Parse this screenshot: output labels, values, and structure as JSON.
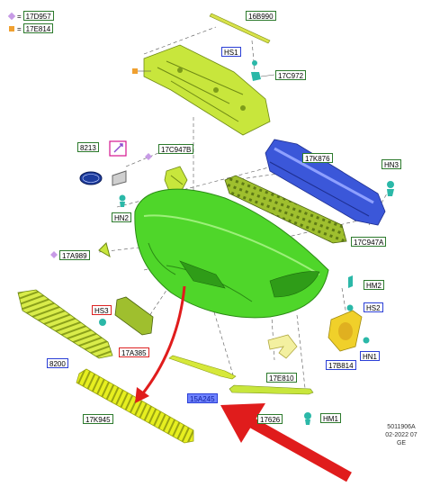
{
  "legend": [
    {
      "symbol": "diamond",
      "color": "#c79be6",
      "text": "17D957"
    },
    {
      "symbol": "square",
      "color": "#f0a030",
      "text": "17E814"
    }
  ],
  "part_labels": {
    "p16B990": "16B990",
    "hs1": "HS1",
    "p17C972": "17C972",
    "p8213": "8213",
    "p17C947B": "17C947B",
    "p17K876": "17K876",
    "hn3": "HN3",
    "hn2": "HN2",
    "p17C947A": "17C947A",
    "p17A989": "17A989",
    "hm2": "HM2",
    "hs3": "HS3",
    "hs2": "HS2",
    "p17A385": "17A385",
    "hn1": "HN1",
    "p8200": "8200",
    "p17B814": "17B814",
    "p17E810": "17E810",
    "p15A245": "15A245",
    "p17K945": "17K945",
    "p17626": "17626",
    "hm1": "HM1"
  },
  "footer": {
    "code": "5011906A",
    "date": "02-2022 07",
    "region": "GE"
  },
  "colors": {
    "bumper": "#4fd62a",
    "parts_yellow_green": "#c8e63c",
    "beam": "#3b57d9",
    "clip": "#2bb8a8",
    "arrow": "#e01c1c"
  }
}
